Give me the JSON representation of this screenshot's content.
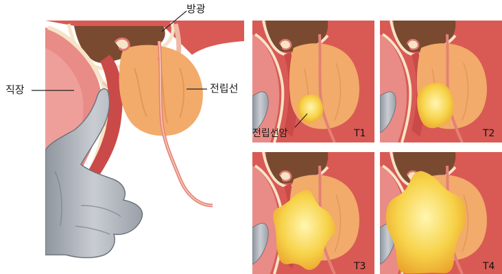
{
  "labels": {
    "bladder": "방광",
    "rectum": "직장",
    "prostate": "전립선",
    "cancer": "전립선암"
  },
  "stages": [
    {
      "label": "T1",
      "tumor_level": 0.15
    },
    {
      "label": "T2",
      "tumor_level": 0.35
    },
    {
      "label": "T3",
      "tumor_level": 0.7
    },
    {
      "label": "T4",
      "tumor_level": 1.0
    }
  ],
  "colors": {
    "tissue_red": "#c94a48",
    "tissue_pink": "#e98b86",
    "lining_cream": "#f7e3c8",
    "prostate_orange": "#f2ab6a",
    "bladder_brown": "#7a4a30",
    "glove_gray": "#b7bcc4",
    "tumor_yellow": "#f7d34a"
  }
}
